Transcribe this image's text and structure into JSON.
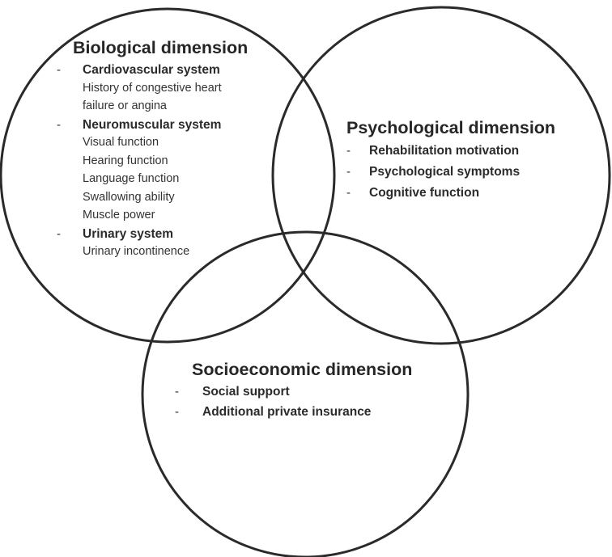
{
  "biological": {
    "title": "Biological dimension",
    "groups": [
      {
        "heading": "Cardiovascular system",
        "items": [
          "History of congestive heart",
          "failure or angina"
        ]
      },
      {
        "heading": "Neuromuscular system",
        "items": [
          "Visual function",
          "Hearing function",
          "Language function",
          "Swallowing ability",
          "Muscle power"
        ]
      },
      {
        "heading": "Urinary system",
        "items": [
          "Urinary incontinence"
        ]
      }
    ]
  },
  "psychological": {
    "title": "Psychological dimension",
    "items": [
      "Rehabilitation motivation",
      "Psychological symptoms",
      "Cognitive function"
    ]
  },
  "socioeconomic": {
    "title": "Socioeconomic dimension",
    "items": [
      "Social support",
      "Additional private insurance"
    ]
  },
  "bullet": "-",
  "colors": {
    "stroke": "#2a2a2a",
    "text": "#2b2b2b",
    "background": "#ffffff"
  }
}
